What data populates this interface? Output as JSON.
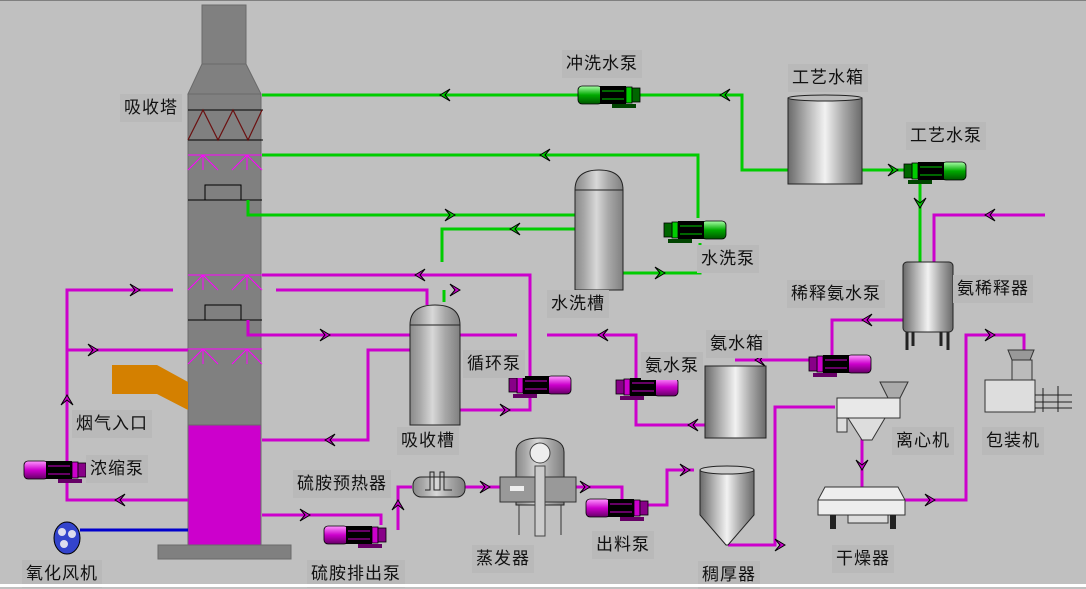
{
  "colors": {
    "background": "#c0c0c0",
    "water_line": "#00cc00",
    "slurry_line": "#cc00cc",
    "air_line": "#0000cc",
    "flue_gas": "#d48000",
    "tower": "#808080",
    "tower_liquid": "#cc00cc"
  },
  "labels": {
    "absorption_tower": "吸收塔",
    "flush_pump": "冲洗水泵",
    "process_water_tank": "工艺水箱",
    "process_water_pump": "工艺水泵",
    "wash_pump": "水洗泵",
    "wash_tank": "水洗槽",
    "dilute_ammonia_pump": "稀释氨水泵",
    "ammonia_diluter": "氨稀释器",
    "circulation_pump": "循环泵",
    "ammonia_pump": "氨水泵",
    "ammonia_tank": "氨水箱",
    "flue_gas_inlet": "烟气入口",
    "concentration_pump": "浓缩泵",
    "absorption_tank": "吸收槽",
    "centrifuge": "离心机",
    "packing_machine": "包装机",
    "sulfate_preheater": "硫胺预热器",
    "evaporator": "蒸发器",
    "oxidation_fan": "氧化风机",
    "sulfate_discharge_pump": "硫胺排出泵",
    "discharge_pump": "出料泵",
    "thickener": "稠厚器",
    "dryer": "干燥器"
  },
  "pump_states": {
    "flush_pump": "running",
    "process_water_pump": "running",
    "wash_pump": "running",
    "circulation_pump": "running",
    "ammonia_pump": "running",
    "dilute_ammonia_pump": "running",
    "concentration_pump": "running",
    "sulfate_discharge_pump": "running",
    "discharge_pump": "running"
  }
}
